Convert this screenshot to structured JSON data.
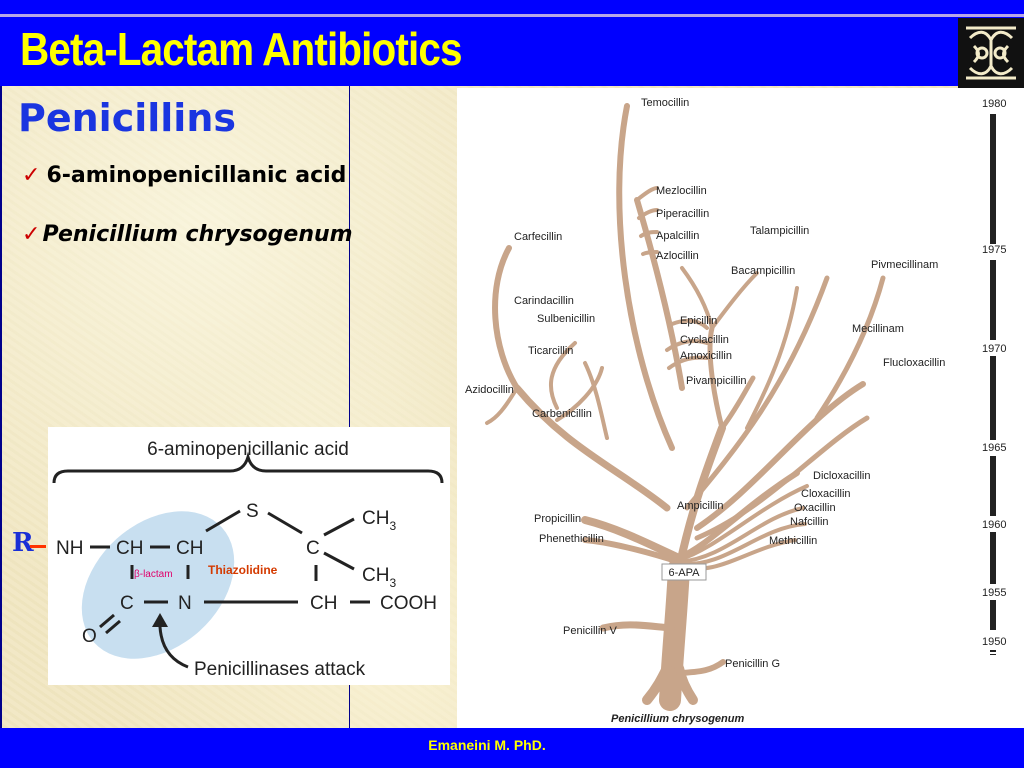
{
  "slide": {
    "title": "Beta-Lactam Antibiotics",
    "heading": "Penicillins",
    "bullets": [
      {
        "check": "✓",
        "text": "6-aminopenicillanic acid"
      },
      {
        "check": "✓",
        "text": "Penicillium chrysogenum"
      }
    ],
    "footer": "Emaneini M. PhD."
  },
  "structure": {
    "caption": "6-aminopenicillanic acid",
    "r_group": "R",
    "atoms": {
      "nh": "NH",
      "ch1": "CH",
      "ch2": "CH",
      "s": "S",
      "c": "C",
      "ch3_top": "CH",
      "ch3_bot": "CH",
      "sub3": "3",
      "c_carbonyl": "C",
      "n": "N",
      "ch_bottom": "CH",
      "cooh": "COOH",
      "o": "O"
    },
    "ring_labels": {
      "beta_lactam": "β-lactam",
      "thiazolidine": "Thiazolidine"
    },
    "annotation": "Penicillinases attack",
    "colors": {
      "beta_lactam_ring": "#c8dff0",
      "beta_label": "#e0006a",
      "thiazolidine_label": "#d43a00"
    }
  },
  "tree": {
    "root_label": "Penicillium chrysogenum",
    "node_label": "6-APA",
    "branch_color": "#c8a58a",
    "timeline_years": [
      "1980",
      "1975",
      "1970",
      "1965",
      "1960",
      "1955",
      "1950"
    ],
    "drugs": {
      "temocillin": "Temocillin",
      "mezlocillin": "Mezlocillin",
      "piperacillin": "Piperacillin",
      "apalcillin": "Apalcillin",
      "azlocillin": "Azlocillin",
      "talampicillin": "Talampicillin",
      "bacampicillin": "Bacampicillin",
      "pivmecillinam": "Pivmecillinam",
      "carfecillin": "Carfecillin",
      "carindacillin": "Carindacillin",
      "sulbenicillin": "Sulbenicillin",
      "epicillin": "Epicillin",
      "cyclacillin": "Cyclacillin",
      "amoxicillin": "Amoxicillin",
      "mecillinam": "Mecillinam",
      "ticarcillin": "Ticarcillin",
      "flucloxacillin": "Flucloxacillin",
      "pivampicillin": "Pivampicillin",
      "azidocillin": "Azidocillin",
      "carbenicillin": "Carbenicillin",
      "dicloxacillin": "Dicloxacillin",
      "cloxacillin": "Cloxacillin",
      "oxacillin": "Oxacillin",
      "ampicillin": "Ampicillin",
      "nafcillin": "Nafcillin",
      "propicillin": "Propicillin",
      "phenethicillin": "Phenethicillin",
      "methicillin": "Methicillin",
      "penicillin_v": "Penicillin V",
      "penicillin_g": "Penicillin G"
    }
  }
}
